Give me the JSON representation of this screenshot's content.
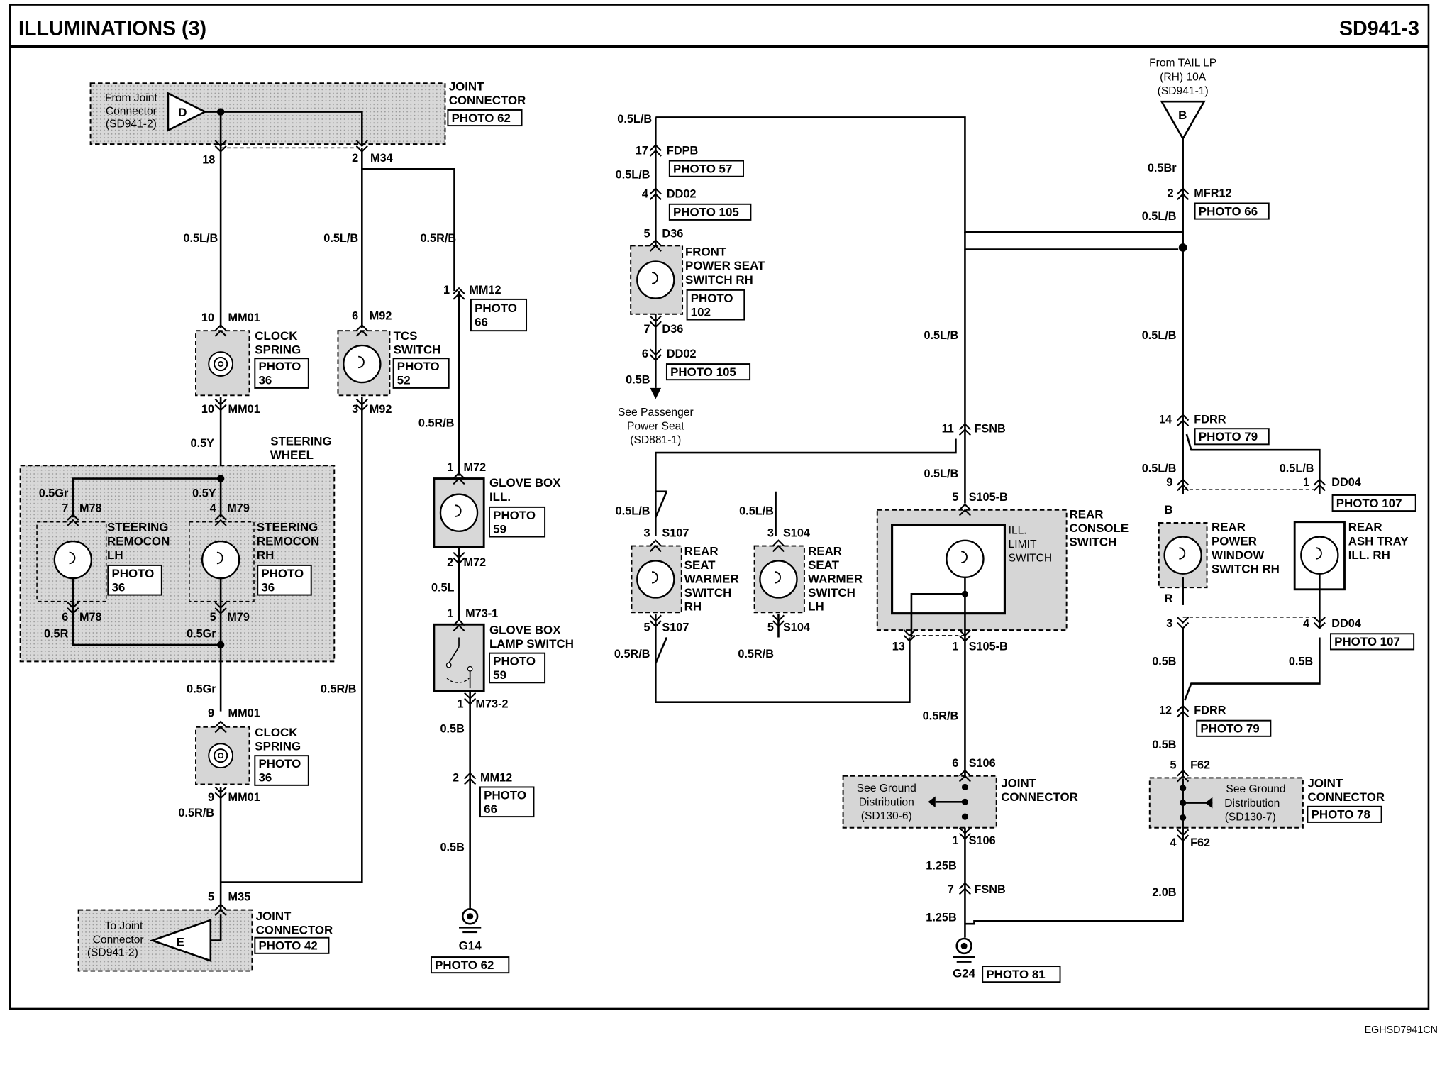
{
  "header": {
    "title": "ILLUMINATIONS (3)",
    "code": "SD941-3"
  },
  "footer": {
    "code": "EGHSD7941CN"
  },
  "conn": {
    "from_joint_d": [
      "From Joint",
      "Connector",
      "(SD941-2)"
    ],
    "d_letter": "D",
    "joint_connector_top": [
      "JOINT",
      "CONNECTOR"
    ],
    "photo62": "PHOTO 62",
    "to_joint_e": [
      "To Joint",
      "Connector",
      "(SD941-2)"
    ],
    "e_letter": "E",
    "joint_connector_bot": [
      "JOINT",
      "CONNECTOR"
    ],
    "photo42": "PHOTO 42",
    "from_tail": [
      "From TAIL LP",
      "(RH) 10A",
      "(SD941-1)"
    ],
    "b_letter": "B",
    "see_pass": [
      "See Passenger",
      "Power Seat",
      "(SD881-1)"
    ]
  },
  "wires": {
    "w05lb": "0.5L/B",
    "w05rb": "0.5R/B",
    "w05y": "0.5Y",
    "w05gr": "0.5Gr",
    "w05r": "0.5R",
    "w05l": "0.5L",
    "w05b": "0.5B",
    "w05br": "0.5Br",
    "w125b": "1.25B",
    "w20b": "2.0B"
  },
  "pins": {
    "p18": "18",
    "p2": "2",
    "m34": "M34",
    "p10": "10",
    "mm01": "MM01",
    "p6": "6",
    "m92": "M92",
    "p3": "3",
    "p1": "1",
    "mm12": "MM12",
    "photo66": "PHOTO",
    "photo66n": "66",
    "p7": "7",
    "m78": "M78",
    "p4": "4",
    "m79": "M79",
    "p5": "5",
    "p9": "9",
    "m35": "M35",
    "m72": "M72",
    "m731": "M73-1",
    "m732": "M73-2",
    "p17": "17",
    "fdpb": "FDPB",
    "dd02": "DD02",
    "d36": "D36",
    "s107": "S107",
    "s104": "S104",
    "p11": "11",
    "fsnb": "FSNB",
    "s105b": "S105-B",
    "p13": "13",
    "s106": "S106",
    "p14": "14",
    "fdrr": "FDRR",
    "dd04": "DD04",
    "p12": "12",
    "f62": "F62",
    "mfr12": "MFR12",
    "pB": "B",
    "pR": "R"
  },
  "comps": {
    "clock_spring": [
      "CLOCK",
      "SPRING"
    ],
    "photo36": [
      "PHOTO",
      "36"
    ],
    "tcs": [
      "TCS",
      "SWITCH"
    ],
    "photo52": [
      "PHOTO",
      "52"
    ],
    "steering_wheel": [
      "STEERING",
      "WHEEL"
    ],
    "sw_rem_lh": [
      "STEERING",
      "REMOCON",
      "LH"
    ],
    "sw_rem_rh": [
      "STEERING",
      "REMOCON",
      "RH"
    ],
    "glove_ill": [
      "GLOVE BOX",
      "ILL."
    ],
    "photo59": [
      "PHOTO",
      "59"
    ],
    "glove_lamp": [
      "GLOVE BOX",
      "LAMP SWITCH"
    ],
    "front_seat": [
      "FRONT",
      "POWER SEAT",
      "SWITCH RH"
    ],
    "photo102": [
      "PHOTO",
      "102"
    ],
    "rear_seat_rh": [
      "REAR",
      "SEAT",
      "WARMER",
      "SWITCH",
      "RH"
    ],
    "rear_seat_lh": [
      "REAR",
      "SEAT",
      "WARMER",
      "SWITCH",
      "LH"
    ],
    "ill_limit": [
      "ILL.",
      "LIMIT",
      "SWITCH"
    ],
    "rear_console": [
      "REAR",
      "CONSOLE",
      "SWITCH"
    ],
    "rear_pw": [
      "REAR",
      "POWER",
      "WINDOW",
      "SWITCH RH"
    ],
    "rear_ash": [
      "REAR",
      "ASH TRAY",
      "ILL. RH"
    ],
    "joint_conn": [
      "JOINT",
      "CONNECTOR"
    ],
    "see_gnd6": [
      "See Ground",
      "Distribution",
      "(SD130-6)"
    ],
    "see_gnd7": [
      "See Ground",
      "Distribution",
      "(SD130-7)"
    ]
  },
  "photos": {
    "p57": "PHOTO 57",
    "p105": "PHOTO 105",
    "p79": "PHOTO 79",
    "p107": "PHOTO 107",
    "p66": "PHOTO 66",
    "p78": "PHOTO 78",
    "p81": "PHOTO 81",
    "p62": "PHOTO 62"
  },
  "grounds": {
    "g14": "G14",
    "g24": "G24"
  }
}
